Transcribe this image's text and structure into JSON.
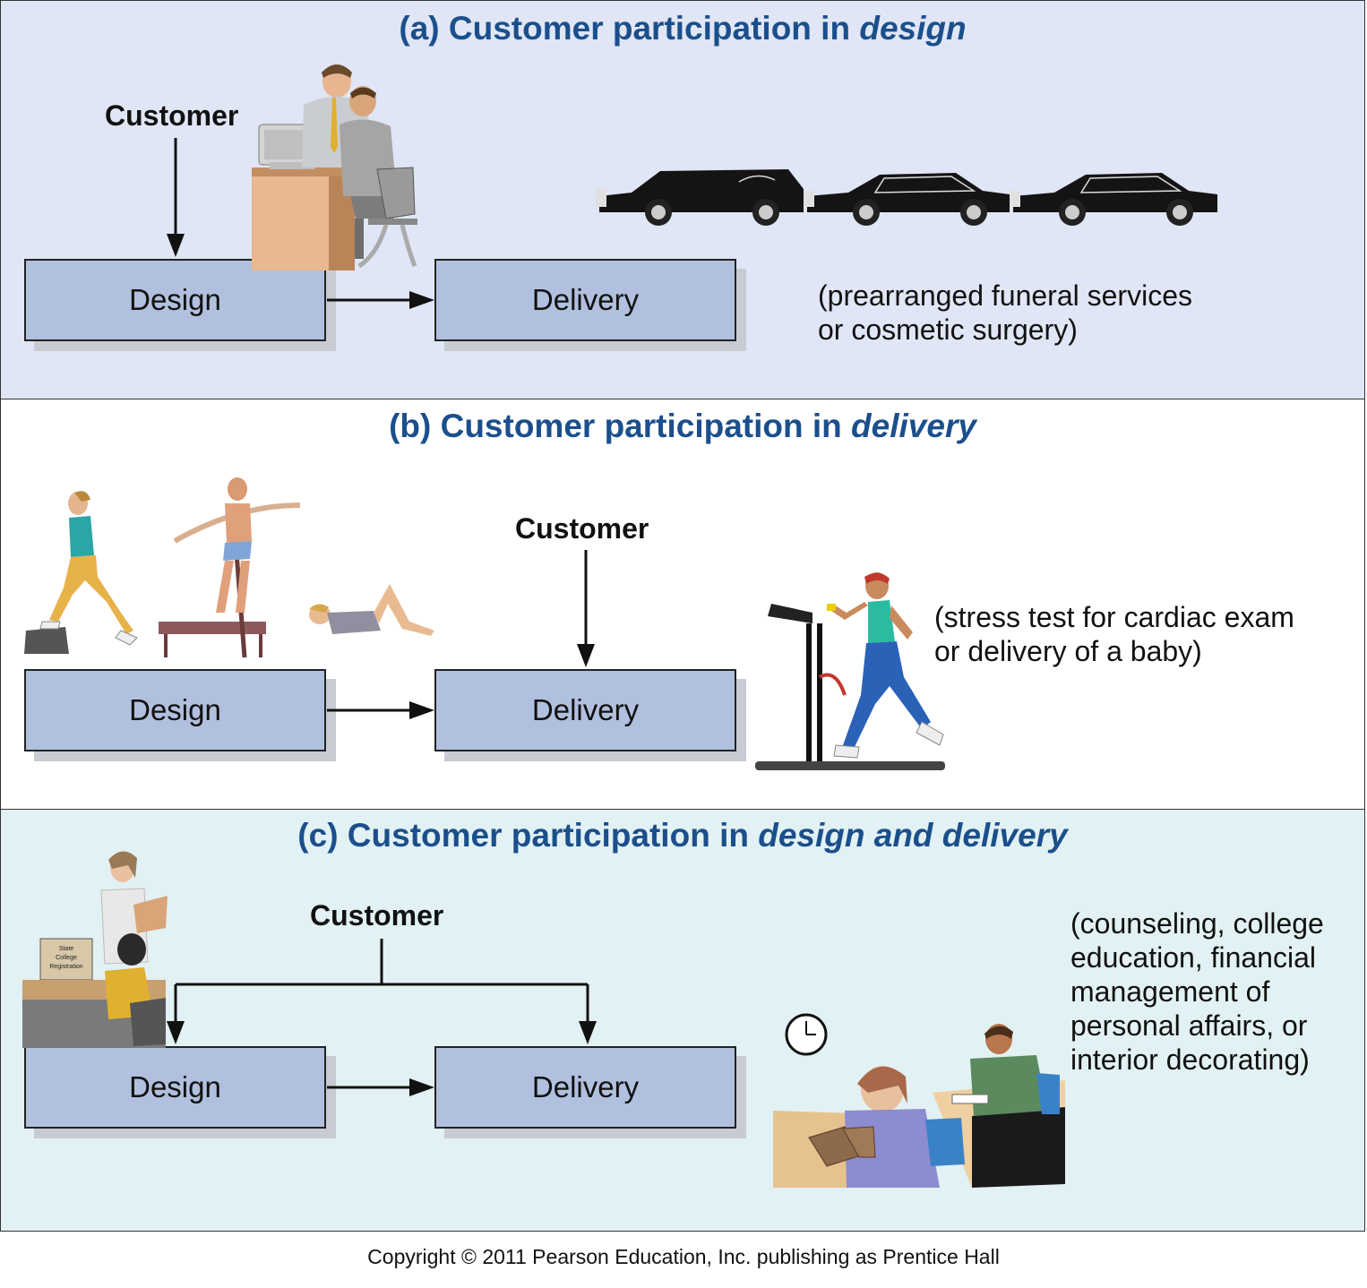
{
  "panels": {
    "a": {
      "title_prefix": "(a) Customer participation in ",
      "title_em": "design",
      "customer_label": "Customer",
      "design_label": "Design",
      "delivery_label": "Delivery",
      "note_lines": [
        "(prearranged funeral services",
        "or cosmetic surgery)"
      ],
      "background": "#e0e6f5"
    },
    "b": {
      "title_prefix": "(b) Customer participation in ",
      "title_em": "delivery",
      "customer_label": "Customer",
      "design_label": "Design",
      "delivery_label": "Delivery",
      "note_lines": [
        "(stress test for cardiac exam",
        "or delivery of a baby)"
      ],
      "background": "#ffffff"
    },
    "c": {
      "title_prefix": "(c) Customer participation in ",
      "title_em": "design and delivery",
      "customer_label": "Customer",
      "design_label": "Design",
      "delivery_label": "Delivery",
      "note_lines": [
        "(counseling, college",
        "education, financial",
        "management of",
        "personal affairs, or",
        "interior decorating)"
      ],
      "background": "#e2f1f3",
      "sign_lines": [
        "State",
        "College",
        "Registration"
      ]
    }
  },
  "colors": {
    "title": "#1b4f8c",
    "box_fill": "#b0c0de",
    "box_shadow": "#c8ccd2"
  },
  "icons": {
    "a": [
      "businessmen-at-desk-illustration",
      "limousine-icon",
      "hearse-icon"
    ],
    "b": [
      "exercise-figures-illustration",
      "treadmill-runner-illustration"
    ],
    "c": [
      "registration-desk-illustration",
      "clock-icon",
      "students-studying-illustration"
    ]
  },
  "copyright": "Copyright © 2011 Pearson Education, Inc. publishing as Prentice Hall"
}
